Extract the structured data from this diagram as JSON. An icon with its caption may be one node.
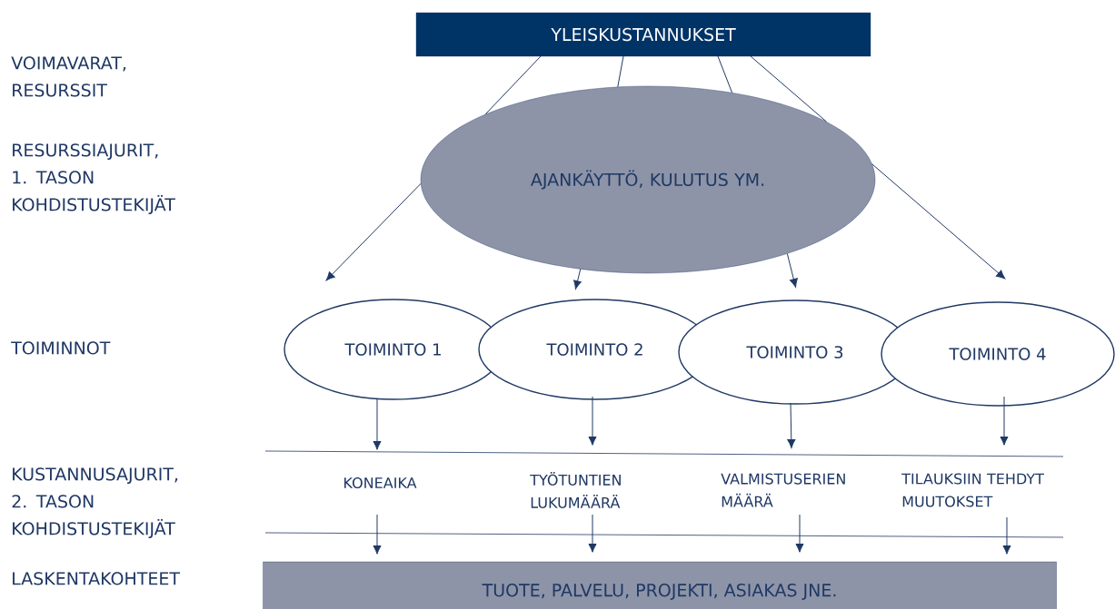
{
  "diagram": {
    "nodes": [
      {
        "text": [
          "YLEISKUSTANNUKSET"
        ]
      },
      {
        "text": [
          "AJANKÄYTTÖ, KULUTUS YM."
        ]
      },
      {
        "text": [
          "TOIMINTO 1"
        ]
      },
      {
        "text": [
          "TOIMINTO 2"
        ]
      },
      {
        "text": [
          "TOIMINTO 3"
        ]
      },
      {
        "text": [
          "TOIMINTO 4"
        ]
      },
      {
        "text": [
          "KONEAIKA"
        ]
      },
      {
        "text": [
          "TYÖTUNTIEN LUKUMÄÄRÄ"
        ]
      },
      {
        "text": [
          "VALMISTUSERIEN MÄÄRÄ"
        ]
      },
      {
        "text": [
          "TILAUKSIIN TEHDYT MUUTOKSET"
        ]
      },
      {
        "text": [
          "TUOTE, PALVELU, PROJEKTI, ASIAKAS JNE."
        ]
      }
    ],
    "edges": [
      {
        "from": 0,
        "to": 1,
        "arrow": "none"
      },
      {
        "from": 0,
        "to": 1,
        "arrow": "none"
      },
      {
        "from": 0,
        "to": 1,
        "arrow": "none"
      },
      {
        "from": 0,
        "to": 1,
        "arrow": "none"
      },
      {
        "from": 1,
        "to": 2,
        "arrow": "to"
      },
      {
        "from": 1,
        "to": 3,
        "arrow": "to"
      },
      {
        "from": 1,
        "to": 4,
        "arrow": "to"
      },
      {
        "from": 1,
        "to": 5,
        "arrow": "to"
      },
      {
        "from": 2,
        "to": 6,
        "arrow": "to"
      },
      {
        "from": 3,
        "to": 7,
        "arrow": "to"
      },
      {
        "from": 4,
        "to": 8,
        "arrow": "to"
      },
      {
        "from": 5,
        "to": 9,
        "arrow": "to"
      },
      {
        "from": 6,
        "to": 10,
        "arrow": "to"
      },
      {
        "from": 7,
        "to": 10,
        "arrow": "to"
      },
      {
        "from": 8,
        "to": 10,
        "arrow": "to"
      },
      {
        "from": 9,
        "to": 10,
        "arrow": "to"
      }
    ],
    "labels": [
      "VOIMAVARAT, RESURSSIT",
      "RESURSSIAJURIT, 1. TASON KOHDISTUSTEKIJÄT",
      "TOIMINNOT",
      "KUSTANNUSAJURIT, 2. TASON KOHDISTUSTEKIJÄT",
      "LASKENTAKOHTEET"
    ]
  }
}
